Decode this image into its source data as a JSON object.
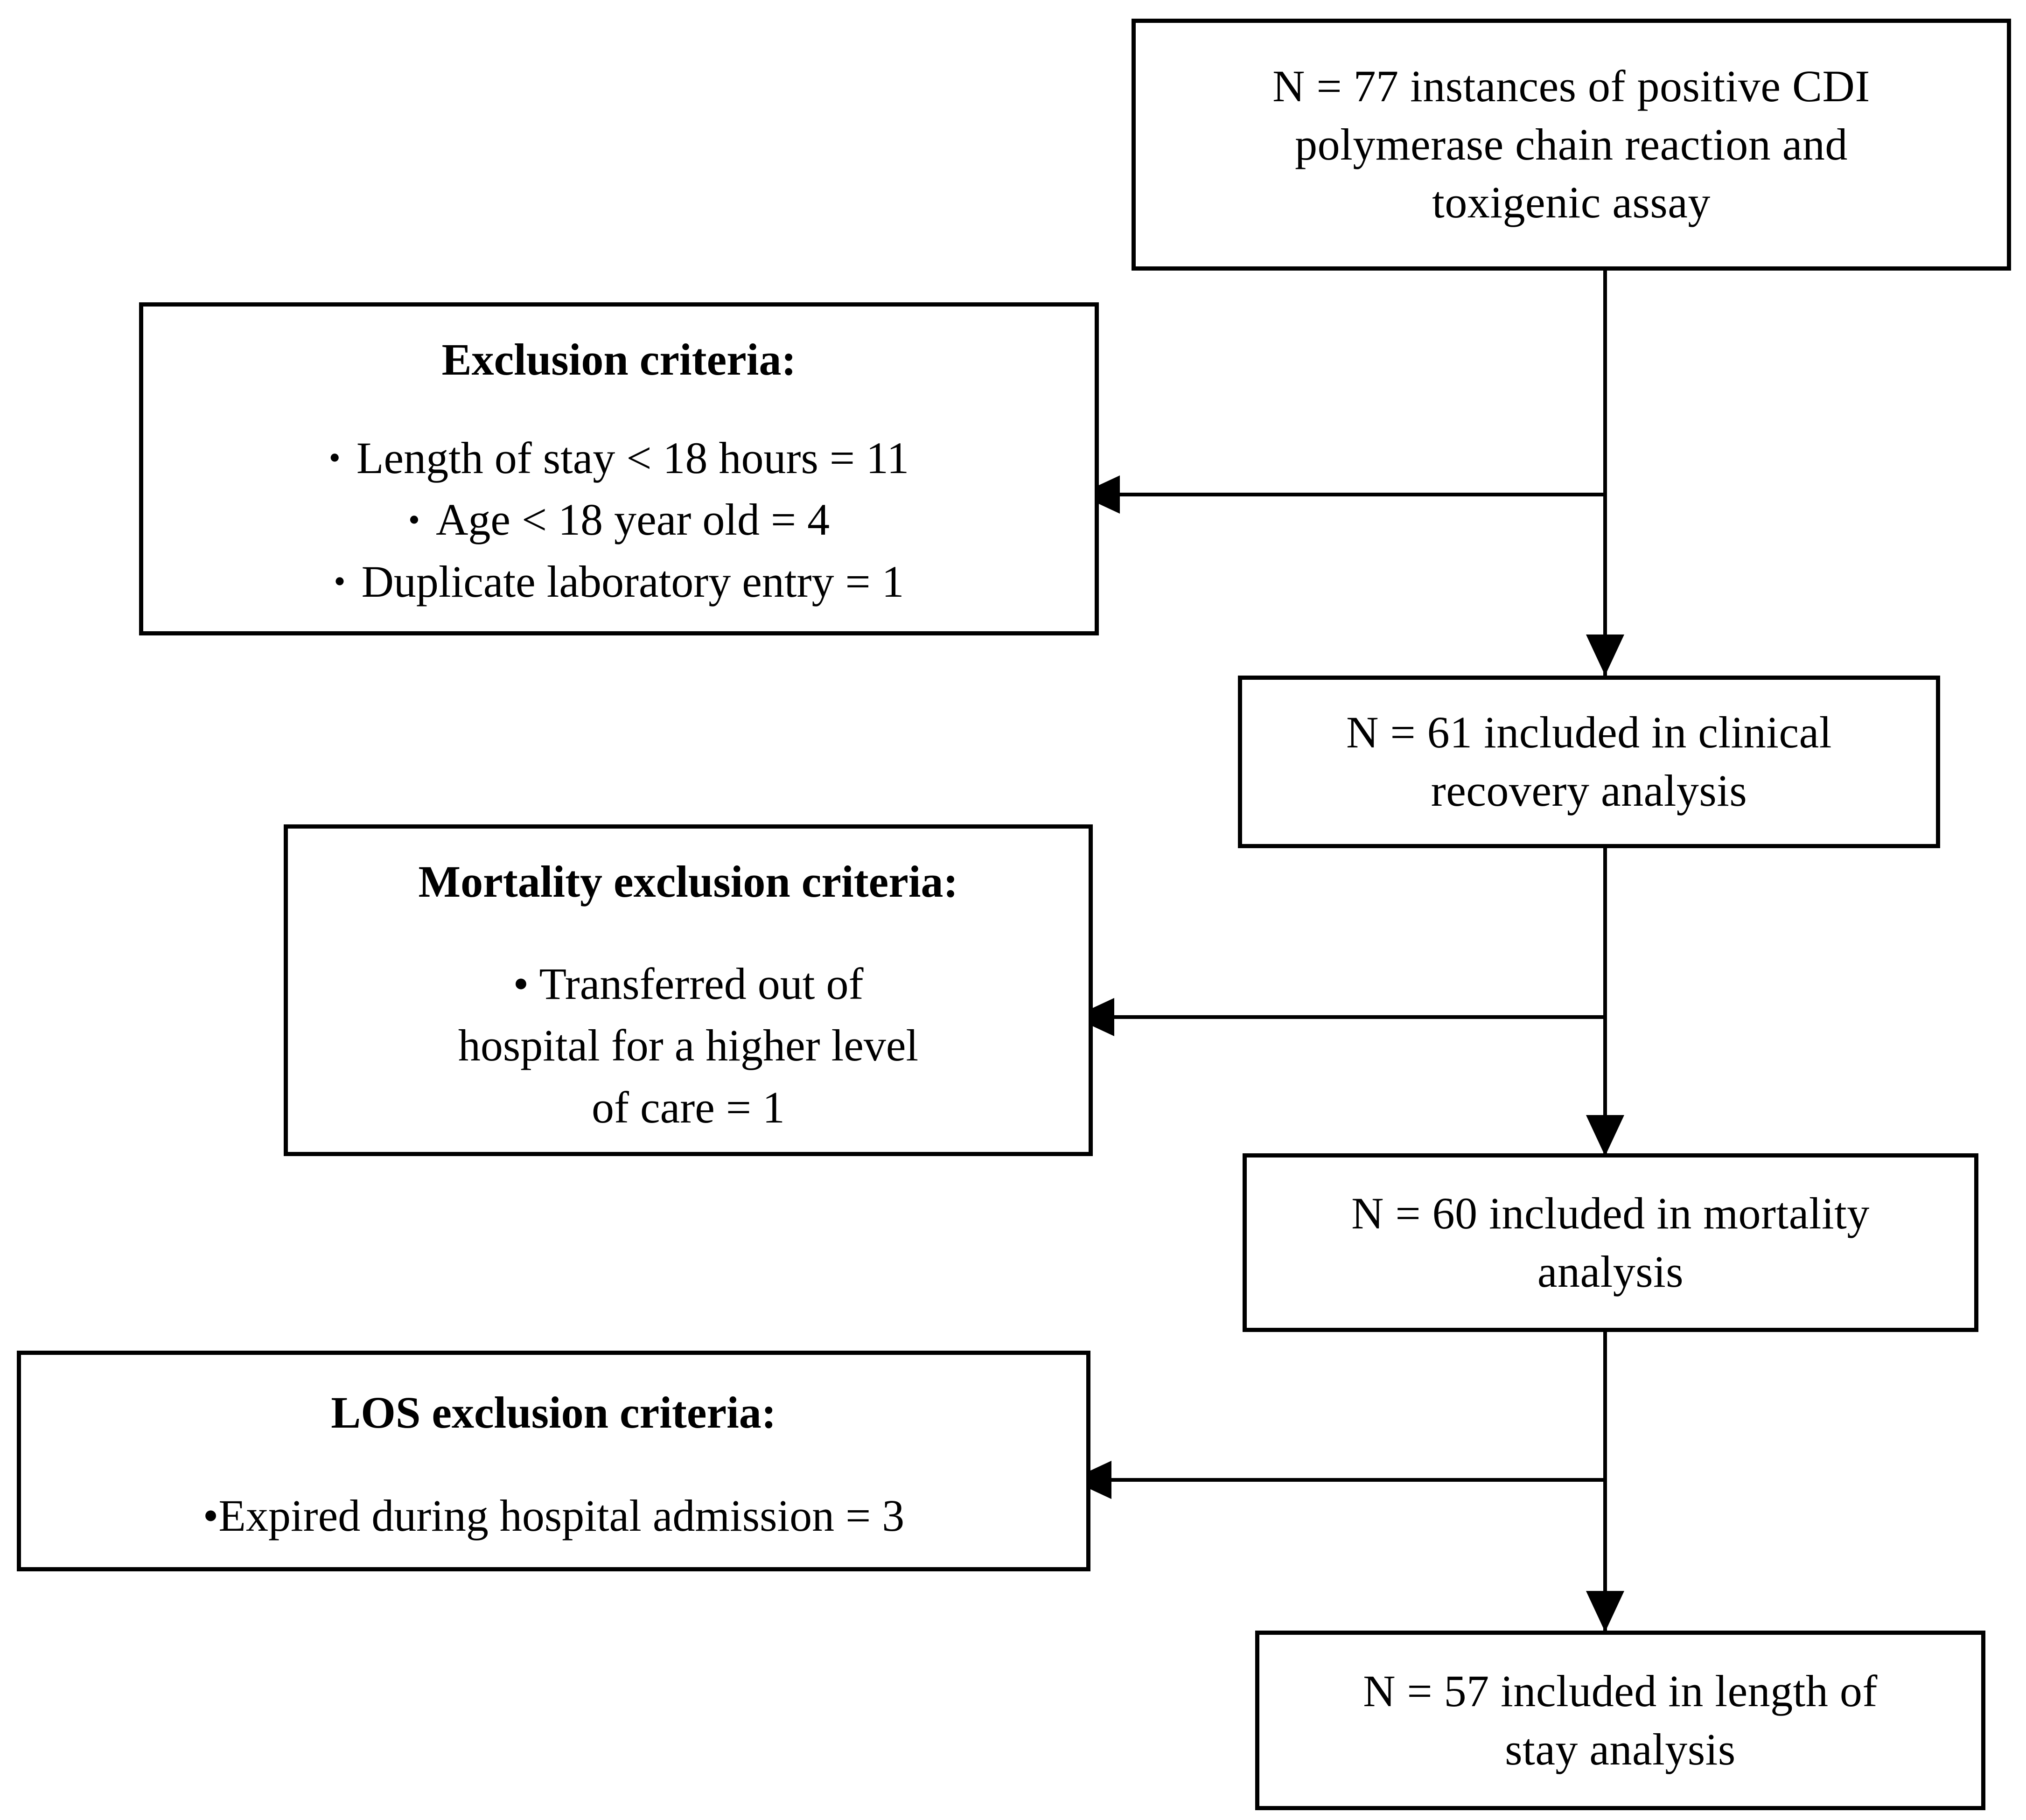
{
  "diagram": {
    "type": "study-flow-chart",
    "nodes": {
      "source_cohort": {
        "label": "N = 77 instances of positive CDI\npolymerase chain reaction and\ntoxigenic assay",
        "n": 77
      },
      "exclusion_criteria": {
        "title": "Exclusion criteria:",
        "items": [
          {
            "bullet": "•",
            "text": "Length of stay < 18 hours = 11",
            "n": 11
          },
          {
            "bullet": "•",
            "text": "Age < 18 year old = 4",
            "n": 4
          },
          {
            "bullet": "•",
            "text": "Duplicate laboratory entry = 1",
            "n": 1
          }
        ]
      },
      "clinical_recovery": {
        "label": "N = 61 included in clinical\nrecovery analysis",
        "n": 61
      },
      "mortality_exclusion": {
        "title": "Mortality exclusion criteria:",
        "bullet": "•",
        "text": "•    Transferred out of\nhospital for a higher level\nof care = 1",
        "n": 1
      },
      "mortality_analysis": {
        "label": "N = 60 included in mortality\nanalysis",
        "n": 60
      },
      "los_exclusion": {
        "title": "LOS exclusion criteria:",
        "bullet": "•",
        "text": "Expired during hospital admission = 3",
        "n": 3
      },
      "los_analysis": {
        "label": "N = 57 included in length of\nstay analysis",
        "n": 57
      }
    },
    "colors": {
      "stroke": "#000000",
      "fill": "#ffffff",
      "text": "#000000"
    }
  }
}
